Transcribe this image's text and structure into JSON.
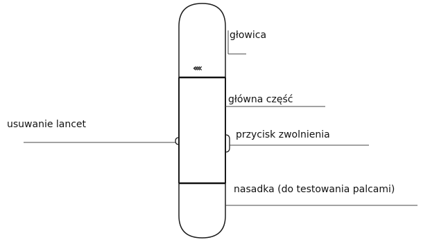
{
  "diagram": {
    "labels": {
      "head": "głowica",
      "main_body": "główna część",
      "lancet_removal": "usuwanie lancet",
      "release_button": "przycisk zwolnienia",
      "cap": "nasadka (do testowania palcami)"
    },
    "arrow_marker": "‹‹‹‹"
  }
}
